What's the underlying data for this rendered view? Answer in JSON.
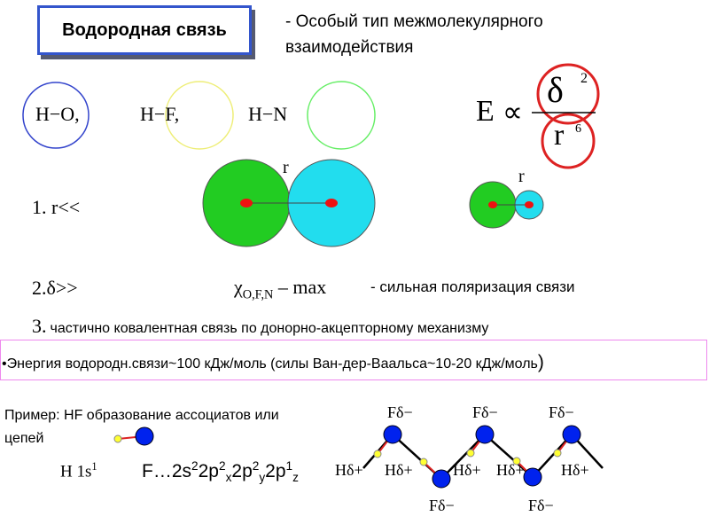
{
  "title": "Водородная связь",
  "definition": {
    "line1": "- Особый тип межмолекулярного",
    "line2": "взаимодействия"
  },
  "bonds": [
    "H−O,",
    "H−F,",
    "H−N"
  ],
  "formula": {
    "E": "E",
    "prop": "∝",
    "delta": "δ",
    "delta_exp": "2",
    "r": "r",
    "r_exp": "6"
  },
  "r_label": "r",
  "point1": "1. r<<",
  "point2": "2.δ>>",
  "chi": {
    "symbol": "χ",
    "sub": "O,F,N",
    "rest": " – max"
  },
  "polarization": "- сильная поляризация связи",
  "point3": {
    "num": "3.",
    "text": "частично ковалентная связь по донорно-акцепторному механизму"
  },
  "energy": {
    "bullet": "•",
    "text": "Энергия водородн.связи~100 кДж/моль (силы Ван-дер-Ваальса~10-20 кДж/моль",
    "close": ")"
  },
  "example": {
    "line1": "Пример: HF образование ассоциатов или",
    "line2": "цепей"
  },
  "h_config": {
    "text": "H 1s",
    "exp": "1"
  },
  "f_config": {
    "prefix": "F…2s",
    "s_exp": "2",
    "p": "2p",
    "px_exp": "2",
    "px_sub": "x",
    "py_exp": "2",
    "py_sub": "y",
    "pz_exp": "1",
    "pz_sub": "z"
  },
  "chain_labels": {
    "f_minus": "Fδ−",
    "h_plus": "Hδ+"
  },
  "colors": {
    "blue": "#3344cc",
    "yellow": "#eeee77",
    "green": "#22cc22",
    "light_green": "#66ee66",
    "cyan": "#22ddee",
    "red": "#dd2222",
    "atom": "#0022ee",
    "h_atom": "#ffff33",
    "magenta": "#ee88ee"
  }
}
